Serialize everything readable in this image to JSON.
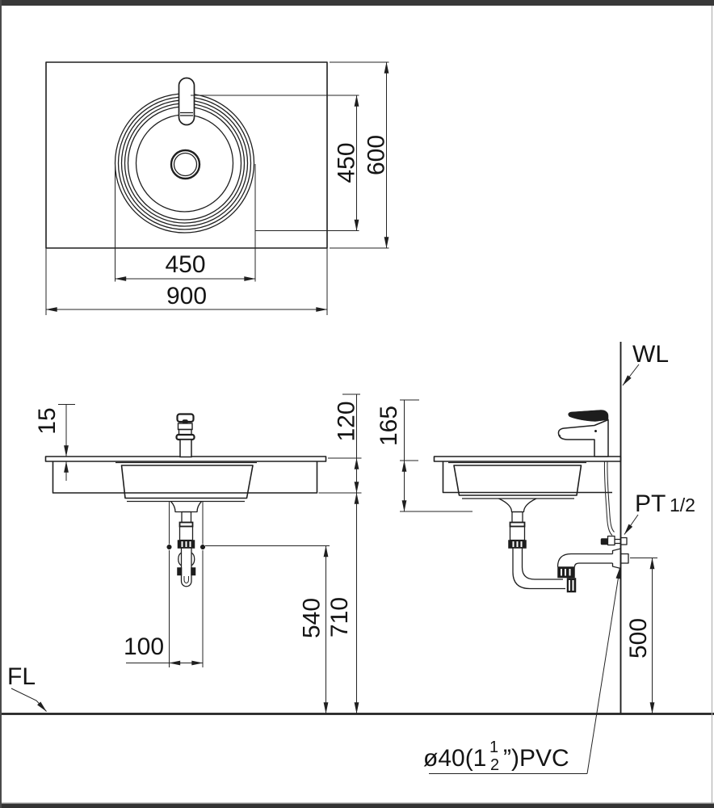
{
  "top_view": {
    "basin_diameter": "450",
    "counter_depth": "600",
    "cutout_width": "450",
    "counter_width": "900"
  },
  "front_view": {
    "top_thickness": "15",
    "apron_height": "120",
    "supply_spacing": "100",
    "trap_height": "540",
    "underside_height": "710",
    "floor_line_label": "FL"
  },
  "side_view": {
    "bowl_depth": "165",
    "wall_line_label": "WL",
    "supply_thread_label": "PT",
    "supply_thread_size": "1/2",
    "outlet_height": "500",
    "waste_pipe": {
      "prefix": "ø40(1",
      "frac_numerator": "1",
      "frac_denominator": "2",
      "suffix": "”)PVC"
    }
  },
  "colors": {
    "line": "#1f1f1f",
    "background": "#ffffff",
    "scan_border": "#383838"
  }
}
